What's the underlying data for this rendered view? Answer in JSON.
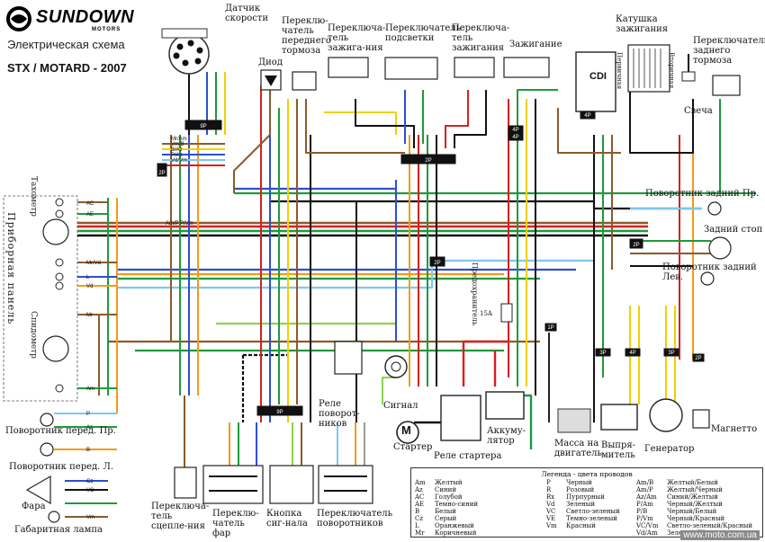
{
  "header": {
    "brand": "SUNDOWN",
    "brand_sub": "MOTORS",
    "subtitle": "Электрическая схема",
    "model": "STX / MOTARD - 2007"
  },
  "components": {
    "speed_sensor": "Датчик скорости",
    "diode": "Диод",
    "front_brake": "Переклю-чатель переднего тормоза",
    "ignition_switch_1": "Переключа-тель зажига-ния",
    "backlight_switch": "Переключатель подсветки",
    "ignition_switch_2": "Переключа-тель зажигания",
    "ignition": "Зажигание",
    "cdi": "CDI",
    "coil": "Катушка зажигания",
    "coil_primary": "Первичная",
    "coil_secondary": "Вторичная",
    "rear_brake": "Переключатель заднего тормоза",
    "spark_plug": "Свеча",
    "dashboard": "Приборная панель",
    "tachometer": "Тахометр",
    "speedometer": "Спидометр",
    "rear_turn_right": "Поворотник задний Пр.",
    "brake_light": "Задний стоп",
    "rear_turn_left": "Поворотник задний Лев.",
    "fuse": "Предохранитель",
    "fuse_rating": "15A",
    "turn_relay": "Реле поворот-ников",
    "horn": "Сигнал",
    "starter": "Стартер",
    "starter_relay": "Реле стартера",
    "battery": "Аккуму-лятор",
    "engine_ground": "Масса на двигатель",
    "rectifier": "Выпря-митель",
    "generator": "Генератор",
    "magneto": "Магнетто",
    "front_turn_right": "Поворотник перед. Пр.",
    "front_turn_left": "Поворотник перед. Л.",
    "headlight": "Фара",
    "parking_lamp": "Габаритная лампа",
    "clutch_switch": "Переключа-тель сцепле-ния",
    "headlight_switch": "Переклю-чатель фар",
    "horn_button": "Кнопка сиг-нала",
    "turn_switch": "Переключатель поворотников",
    "starter_symbol": "M"
  },
  "connectors": [
    "9P",
    "2P",
    "2P",
    "4P",
    "4P",
    "4P",
    "2P",
    "2P",
    "4P",
    "3P",
    "3P",
    "2P",
    "1P",
    "9P"
  ],
  "wire_labels": [
    "Mr/Am",
    "Vm/B",
    "B/Az",
    "P/Az",
    "Vd/Vm",
    "Am/P",
    "P/Vm",
    "Mr/Vd",
    "AC",
    "AE",
    "L",
    "Vd",
    "Mr",
    "Am",
    "P",
    "Az",
    "B",
    "Cz",
    "VC",
    "Vm"
  ],
  "legend": {
    "title": "Легенда - цвета проводов",
    "col1": [
      {
        "code": "Am",
        "name": "Желтый"
      },
      {
        "code": "Az",
        "name": "Синий"
      },
      {
        "code": "AC",
        "name": "Голубой"
      },
      {
        "code": "AE",
        "name": "Темно-синий"
      },
      {
        "code": "B",
        "name": "Белый"
      },
      {
        "code": "Cz",
        "name": "Серый"
      },
      {
        "code": "L",
        "name": "Оранжевый"
      },
      {
        "code": "Mr",
        "name": "Коричневый"
      }
    ],
    "col2": [
      {
        "code": "P",
        "name": "Черный"
      },
      {
        "code": "R",
        "name": "Розовый"
      },
      {
        "code": "Rx",
        "name": "Пурпурный"
      },
      {
        "code": "Vd",
        "name": "Зеленый"
      },
      {
        "code": "VC",
        "name": "Светло-зеленый"
      },
      {
        "code": "VE",
        "name": "Темно-зеленый"
      },
      {
        "code": "Vm",
        "name": "Красный"
      }
    ],
    "col3": [
      {
        "code": "Am/B",
        "name": "Желтый/Белый"
      },
      {
        "code": "Am/P",
        "name": "Желтый/Черный"
      },
      {
        "code": "Az/Am",
        "name": "Синий/Желтый"
      },
      {
        "code": "P/Am",
        "name": "Черный/Желтый"
      },
      {
        "code": "P/B",
        "name": "Черный/Белый"
      },
      {
        "code": "P/Vm",
        "name": "Черный/Красный"
      },
      {
        "code": "VC/Vm",
        "name": "Светло-зеленый/Красный"
      },
      {
        "code": "Vd/Am",
        "name": "Зеленый/Желтый"
      }
    ]
  },
  "watermark": "www.moto.com.ua",
  "colors": {
    "brown": "#8b5a2b",
    "red": "#d62020",
    "green": "#1f9a3a",
    "black": "#111111",
    "yellow": "#f0d000",
    "blue": "#2c4fd0",
    "lightblue": "#7ec8ea",
    "orange": "#f29a1a",
    "lightgreen": "#8fd14f",
    "gray": "#9a9a9a",
    "pink": "#f5a0c0"
  }
}
